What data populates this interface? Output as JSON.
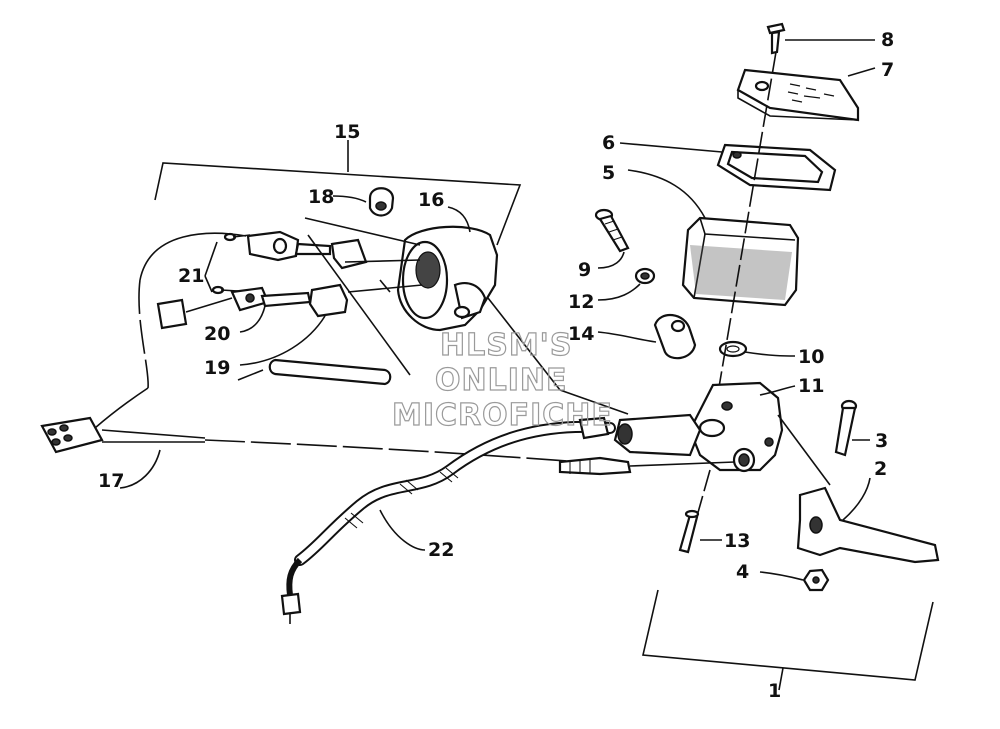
{
  "callouts": {
    "c1": "1",
    "c2": "2",
    "c3": "3",
    "c4": "4",
    "c5": "5",
    "c6": "6",
    "c7": "7",
    "c8": "8",
    "c9": "9",
    "c10": "10",
    "c11": "11",
    "c12": "12",
    "c13": "13",
    "c14": "14",
    "c15": "15",
    "c16": "16",
    "c17": "17",
    "c18": "18",
    "c19": "19",
    "c20": "20",
    "c21": "21",
    "c22": "22"
  },
  "watermark": {
    "line1": "HLSM'S",
    "line2": "ONLINE",
    "line3": "MICROFICHE"
  }
}
